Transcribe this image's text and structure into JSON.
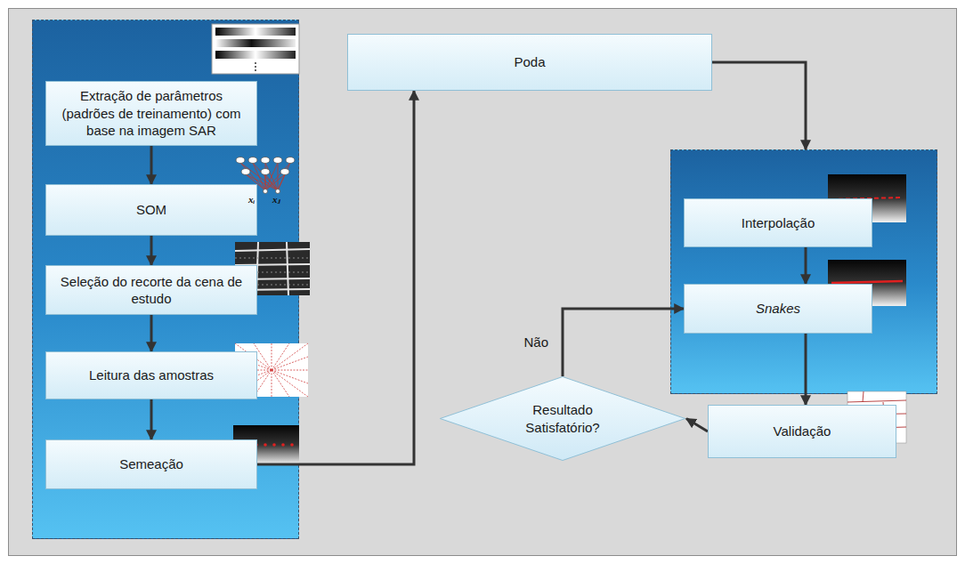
{
  "diagram": {
    "nodes": [
      {
        "text": []
      },
      {
        "text": [
          "Extração de parâmetros (padrões de treinamento) com base na imagem SAR"
        ],
        "in": 0
      },
      {
        "text": [
          "SOM"
        ],
        "in": 0
      },
      {
        "text": [
          "Seleção do recorte da cena de estudo"
        ],
        "in": 0
      },
      {
        "text": [
          "Leitura das amostras"
        ],
        "in": 0
      },
      {
        "text": [
          "Semeação"
        ],
        "in": 0
      },
      {
        "text": [
          "Poda"
        ]
      },
      {
        "text": []
      },
      {
        "text": [
          "Interpolação"
        ],
        "in": 7
      },
      {
        "text": [
          "Snakes"
        ],
        "in": 7
      },
      {
        "text": [
          "Validação"
        ]
      },
      {
        "text": [
          "Resultado Satisfatório?"
        ]
      }
    ],
    "edges": [
      {
        "from": 1,
        "to": 2,
        "arrow": "to"
      },
      {
        "from": 2,
        "to": 3,
        "arrow": "to"
      },
      {
        "from": 3,
        "to": 4,
        "arrow": "to"
      },
      {
        "from": 4,
        "to": 5,
        "arrow": "to"
      },
      {
        "from": 5,
        "to": 6,
        "arrow": "to"
      },
      {
        "from": 6,
        "to": 7,
        "arrow": "to"
      },
      {
        "from": 8,
        "to": 9,
        "arrow": "to"
      },
      {
        "from": 9,
        "to": 10,
        "arrow": "to"
      },
      {
        "from": 10,
        "to": 11,
        "arrow": "to"
      },
      {
        "from": 11,
        "to": 9,
        "label": "Não",
        "arrow": "to"
      }
    ],
    "labels": [
      "xᵢ",
      "xⱼ"
    ]
  }
}
